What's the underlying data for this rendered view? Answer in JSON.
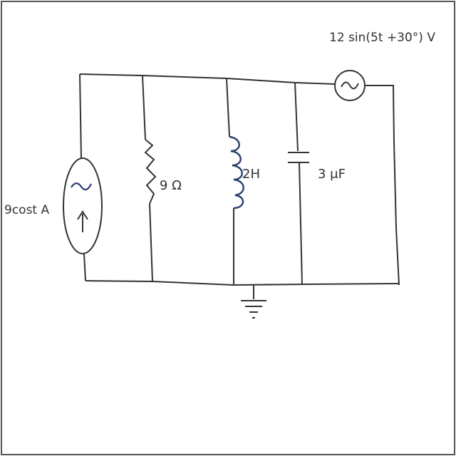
{
  "labels": {
    "current_source": "9cost A",
    "voltage_source": "12 sin(5t +30°) V",
    "resistor": "9 Ω",
    "inductor": "2H",
    "capacitor": "3 μF"
  },
  "colors": {
    "ink": "#333333",
    "accent_ink": "#2a3f6e",
    "border": "#555555"
  }
}
